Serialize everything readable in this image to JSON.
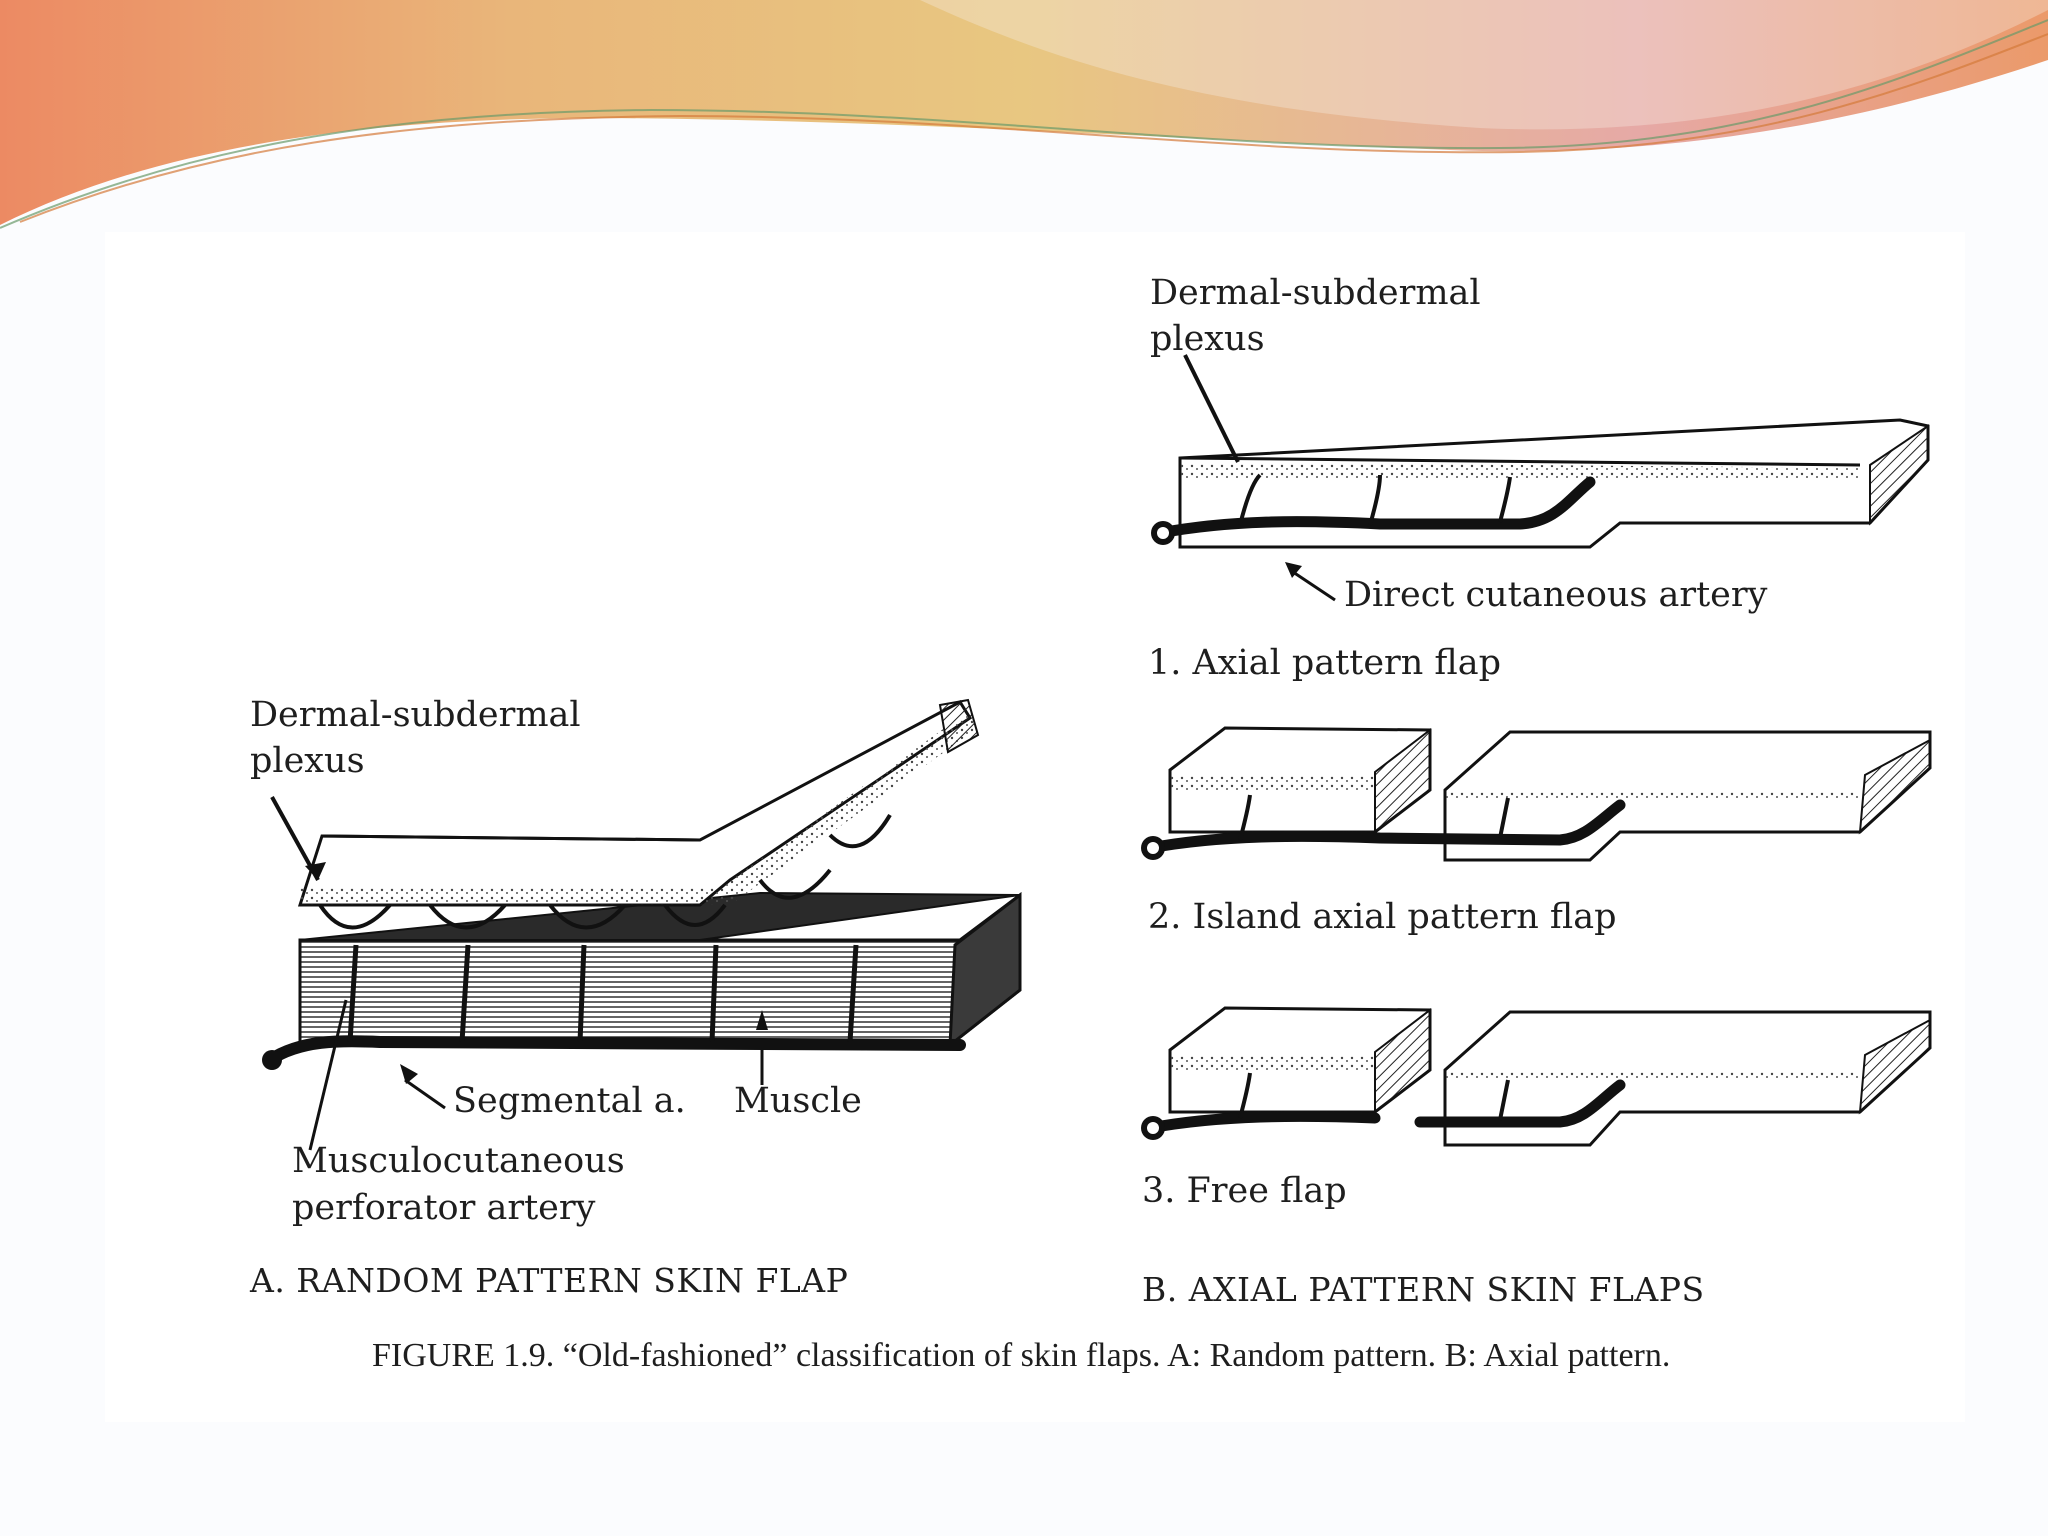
{
  "labels": {
    "panel_a": {
      "plexus_line1": "Dermal-subdermal",
      "plexus_line2": "plexus",
      "segmental": "Segmental a.",
      "muscle": "Muscle",
      "perforator_line1": "Musculocutaneous",
      "perforator_line2": "perforator artery",
      "title": "A. RANDOM PATTERN SKIN FLAP"
    },
    "panel_b": {
      "plexus_line1": "Dermal-subdermal",
      "plexus_line2": "plexus",
      "direct_artery": "Direct cutaneous artery",
      "flap1": "1. Axial pattern flap",
      "flap2": "2. Island axial pattern flap",
      "flap3": "3. Free flap",
      "title": "B. AXIAL PATTERN SKIN FLAPS"
    }
  },
  "caption": "FIGURE 1.9.  “Old-fashioned” classification of skin flaps. A: Random pattern. B: Axial pattern.",
  "colors": {
    "banner_gold": "#e8c27a",
    "banner_pink": "#e7a8a4",
    "banner_orange": "#ea8d62",
    "ink": "#1a1a1a"
  }
}
